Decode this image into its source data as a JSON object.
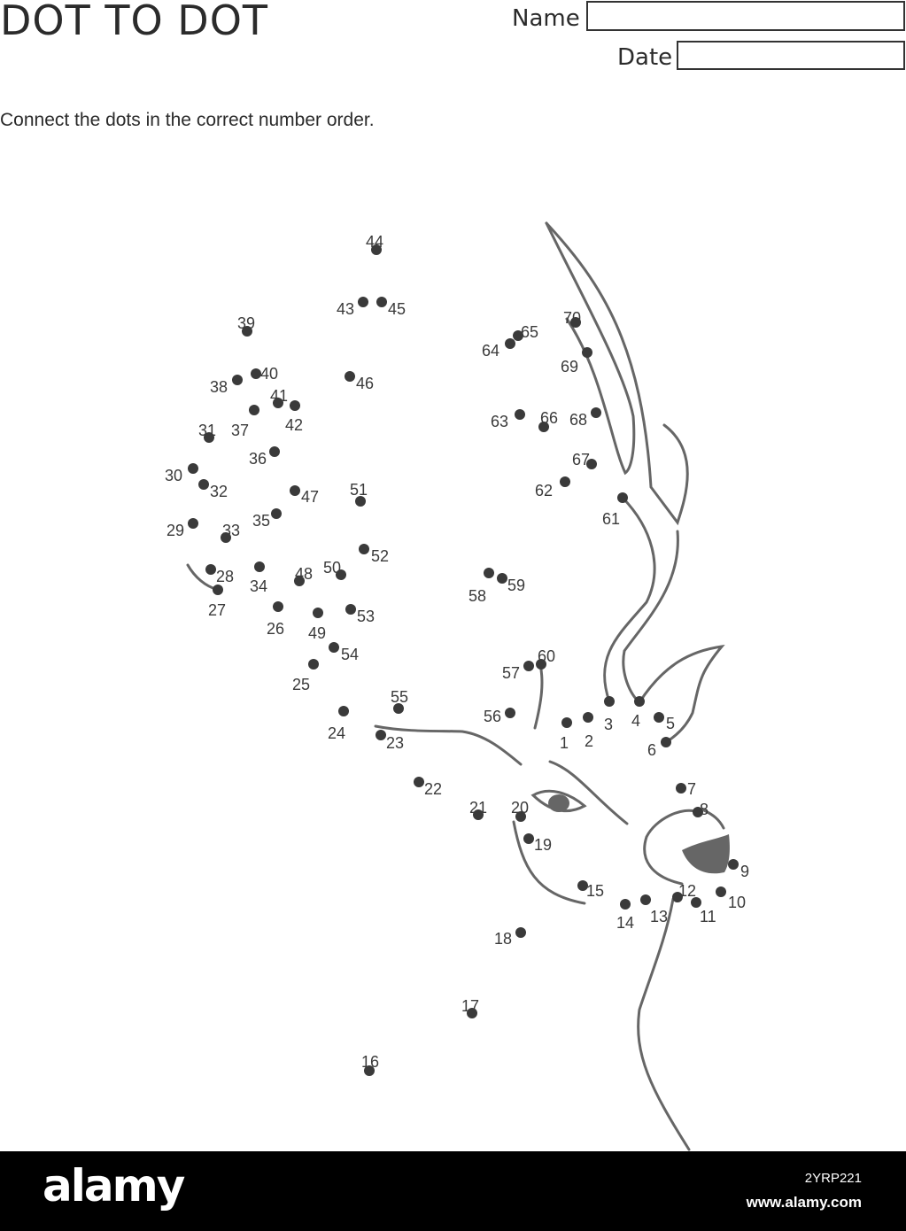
{
  "header": {
    "title": "DOT TO DOT",
    "name_label": "Name",
    "date_label": "Date",
    "instruction": "Connect the dots in the correct number order."
  },
  "puzzle": {
    "dot_color": "#3a3a3a",
    "line_color": "#666666",
    "dot_labels": [
      "1",
      "2",
      "3",
      "4",
      "5",
      "6",
      "7",
      "8",
      "9",
      "10",
      "11",
      "12",
      "13",
      "14",
      "15",
      "16",
      "17",
      "18",
      "19",
      "20",
      "21",
      "22",
      "23",
      "24",
      "25",
      "26",
      "27",
      "28",
      "29",
      "30",
      "31",
      "32",
      "33",
      "34",
      "35",
      "36",
      "37",
      "38",
      "39",
      "40",
      "41",
      "42",
      "43",
      "44",
      "45",
      "46",
      "47",
      "48",
      "49",
      "50",
      "51",
      "52",
      "53",
      "54",
      "55",
      "56",
      "57",
      "58",
      "59",
      "60",
      "61",
      "62",
      "63",
      "64",
      "65",
      "66",
      "67",
      "68",
      "69",
      "70"
    ]
  },
  "footer": {
    "brand": "alamy",
    "image_id": "2YRP221",
    "site": "www.alamy.com"
  }
}
